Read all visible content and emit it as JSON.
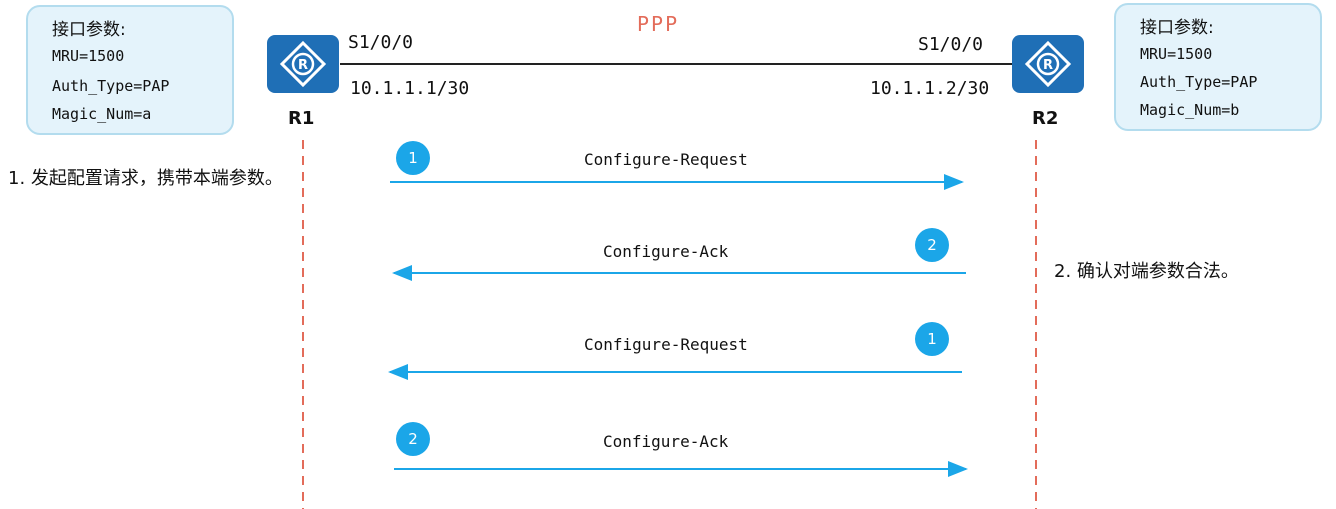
{
  "protocol_label": "PPP",
  "r1": {
    "label": "R1",
    "interface": "S1/0/0",
    "ip": "10.1.1.1/30",
    "params": {
      "title": "接口参数:",
      "mru": "MRU=1500",
      "auth": "Auth_Type=PAP",
      "magic": "Magic_Num=a"
    }
  },
  "r2": {
    "label": "R2",
    "interface": "S1/0/0",
    "ip": "10.1.1.2/30",
    "params": {
      "title": "接口参数:",
      "mru": "MRU=1500",
      "auth": "Auth_Type=PAP",
      "magic": "Magic_Num=b"
    }
  },
  "messages": [
    {
      "label": "Configure-Request",
      "step": "1",
      "direction": "R1→R2"
    },
    {
      "label": "Configure-Ack",
      "step": "2",
      "direction": "R2→R1"
    },
    {
      "label": "Configure-Request",
      "step": "1",
      "direction": "R2→R1"
    },
    {
      "label": "Configure-Ack",
      "step": "2",
      "direction": "R1→R2"
    }
  ],
  "notes": {
    "left": "1. 发起配置请求，携带本端参数。",
    "right": "2. 确认对端参数合法。"
  },
  "colors": {
    "arrow": "#1ba6e8",
    "lifeline": "#e36c5a",
    "router": "#1f6fb6",
    "box_bg": "#e4f3fb"
  }
}
